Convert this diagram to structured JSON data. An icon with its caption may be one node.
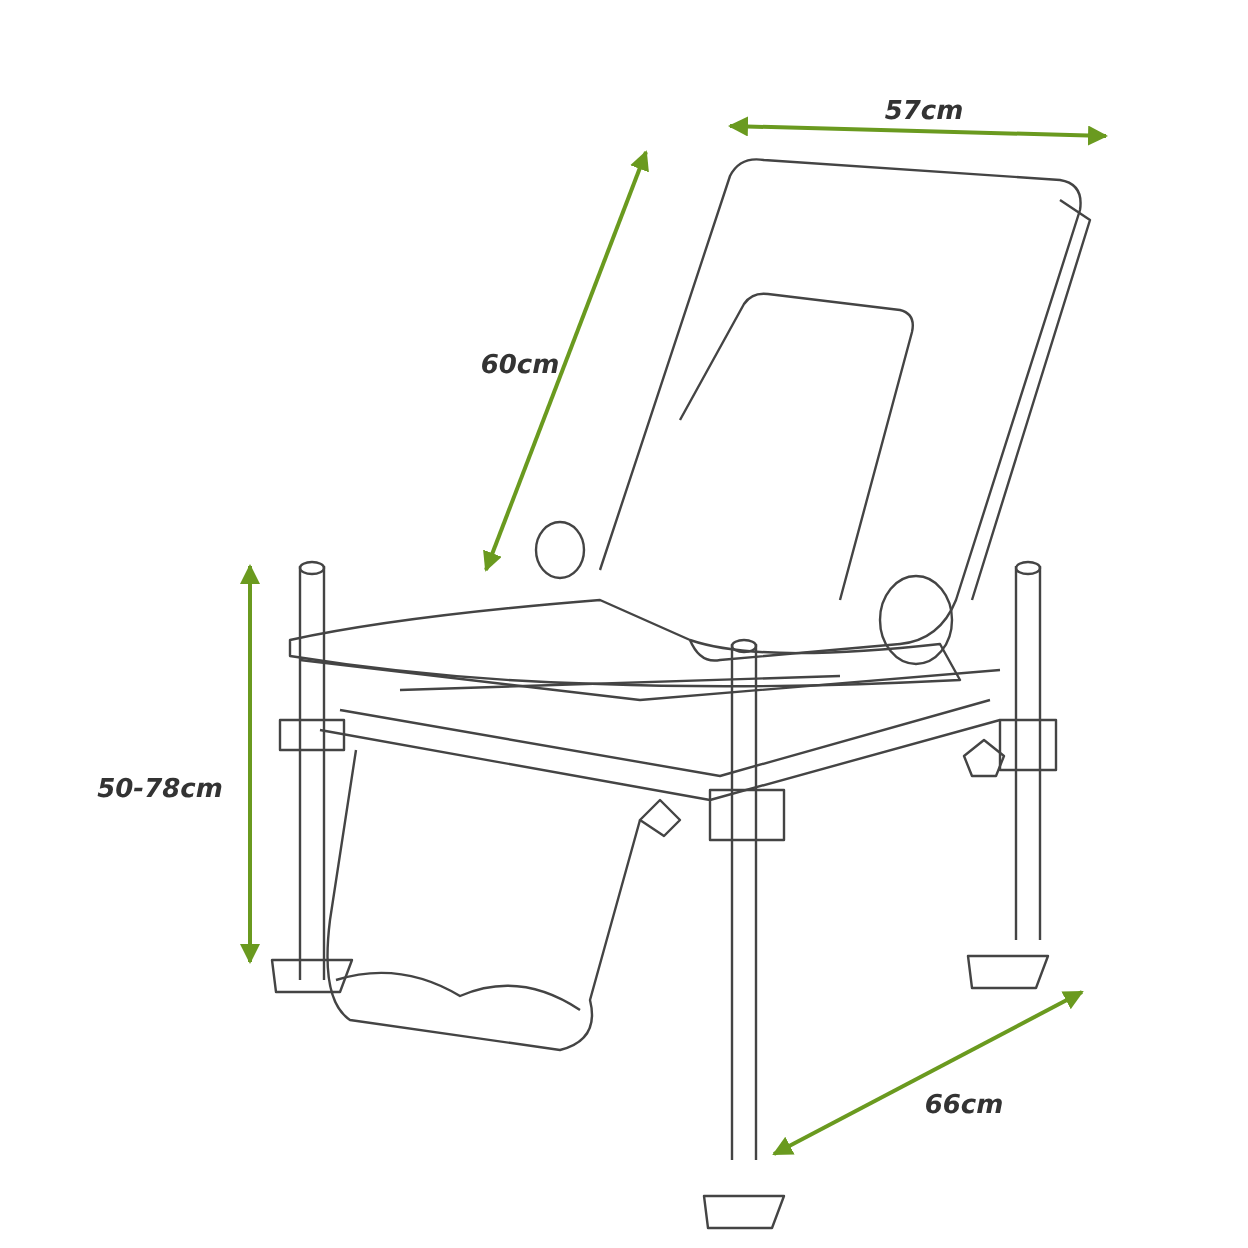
{
  "diagram": {
    "labels": [
      "57cm",
      "60cm",
      "50-78cm",
      "66cm"
    ]
  }
}
